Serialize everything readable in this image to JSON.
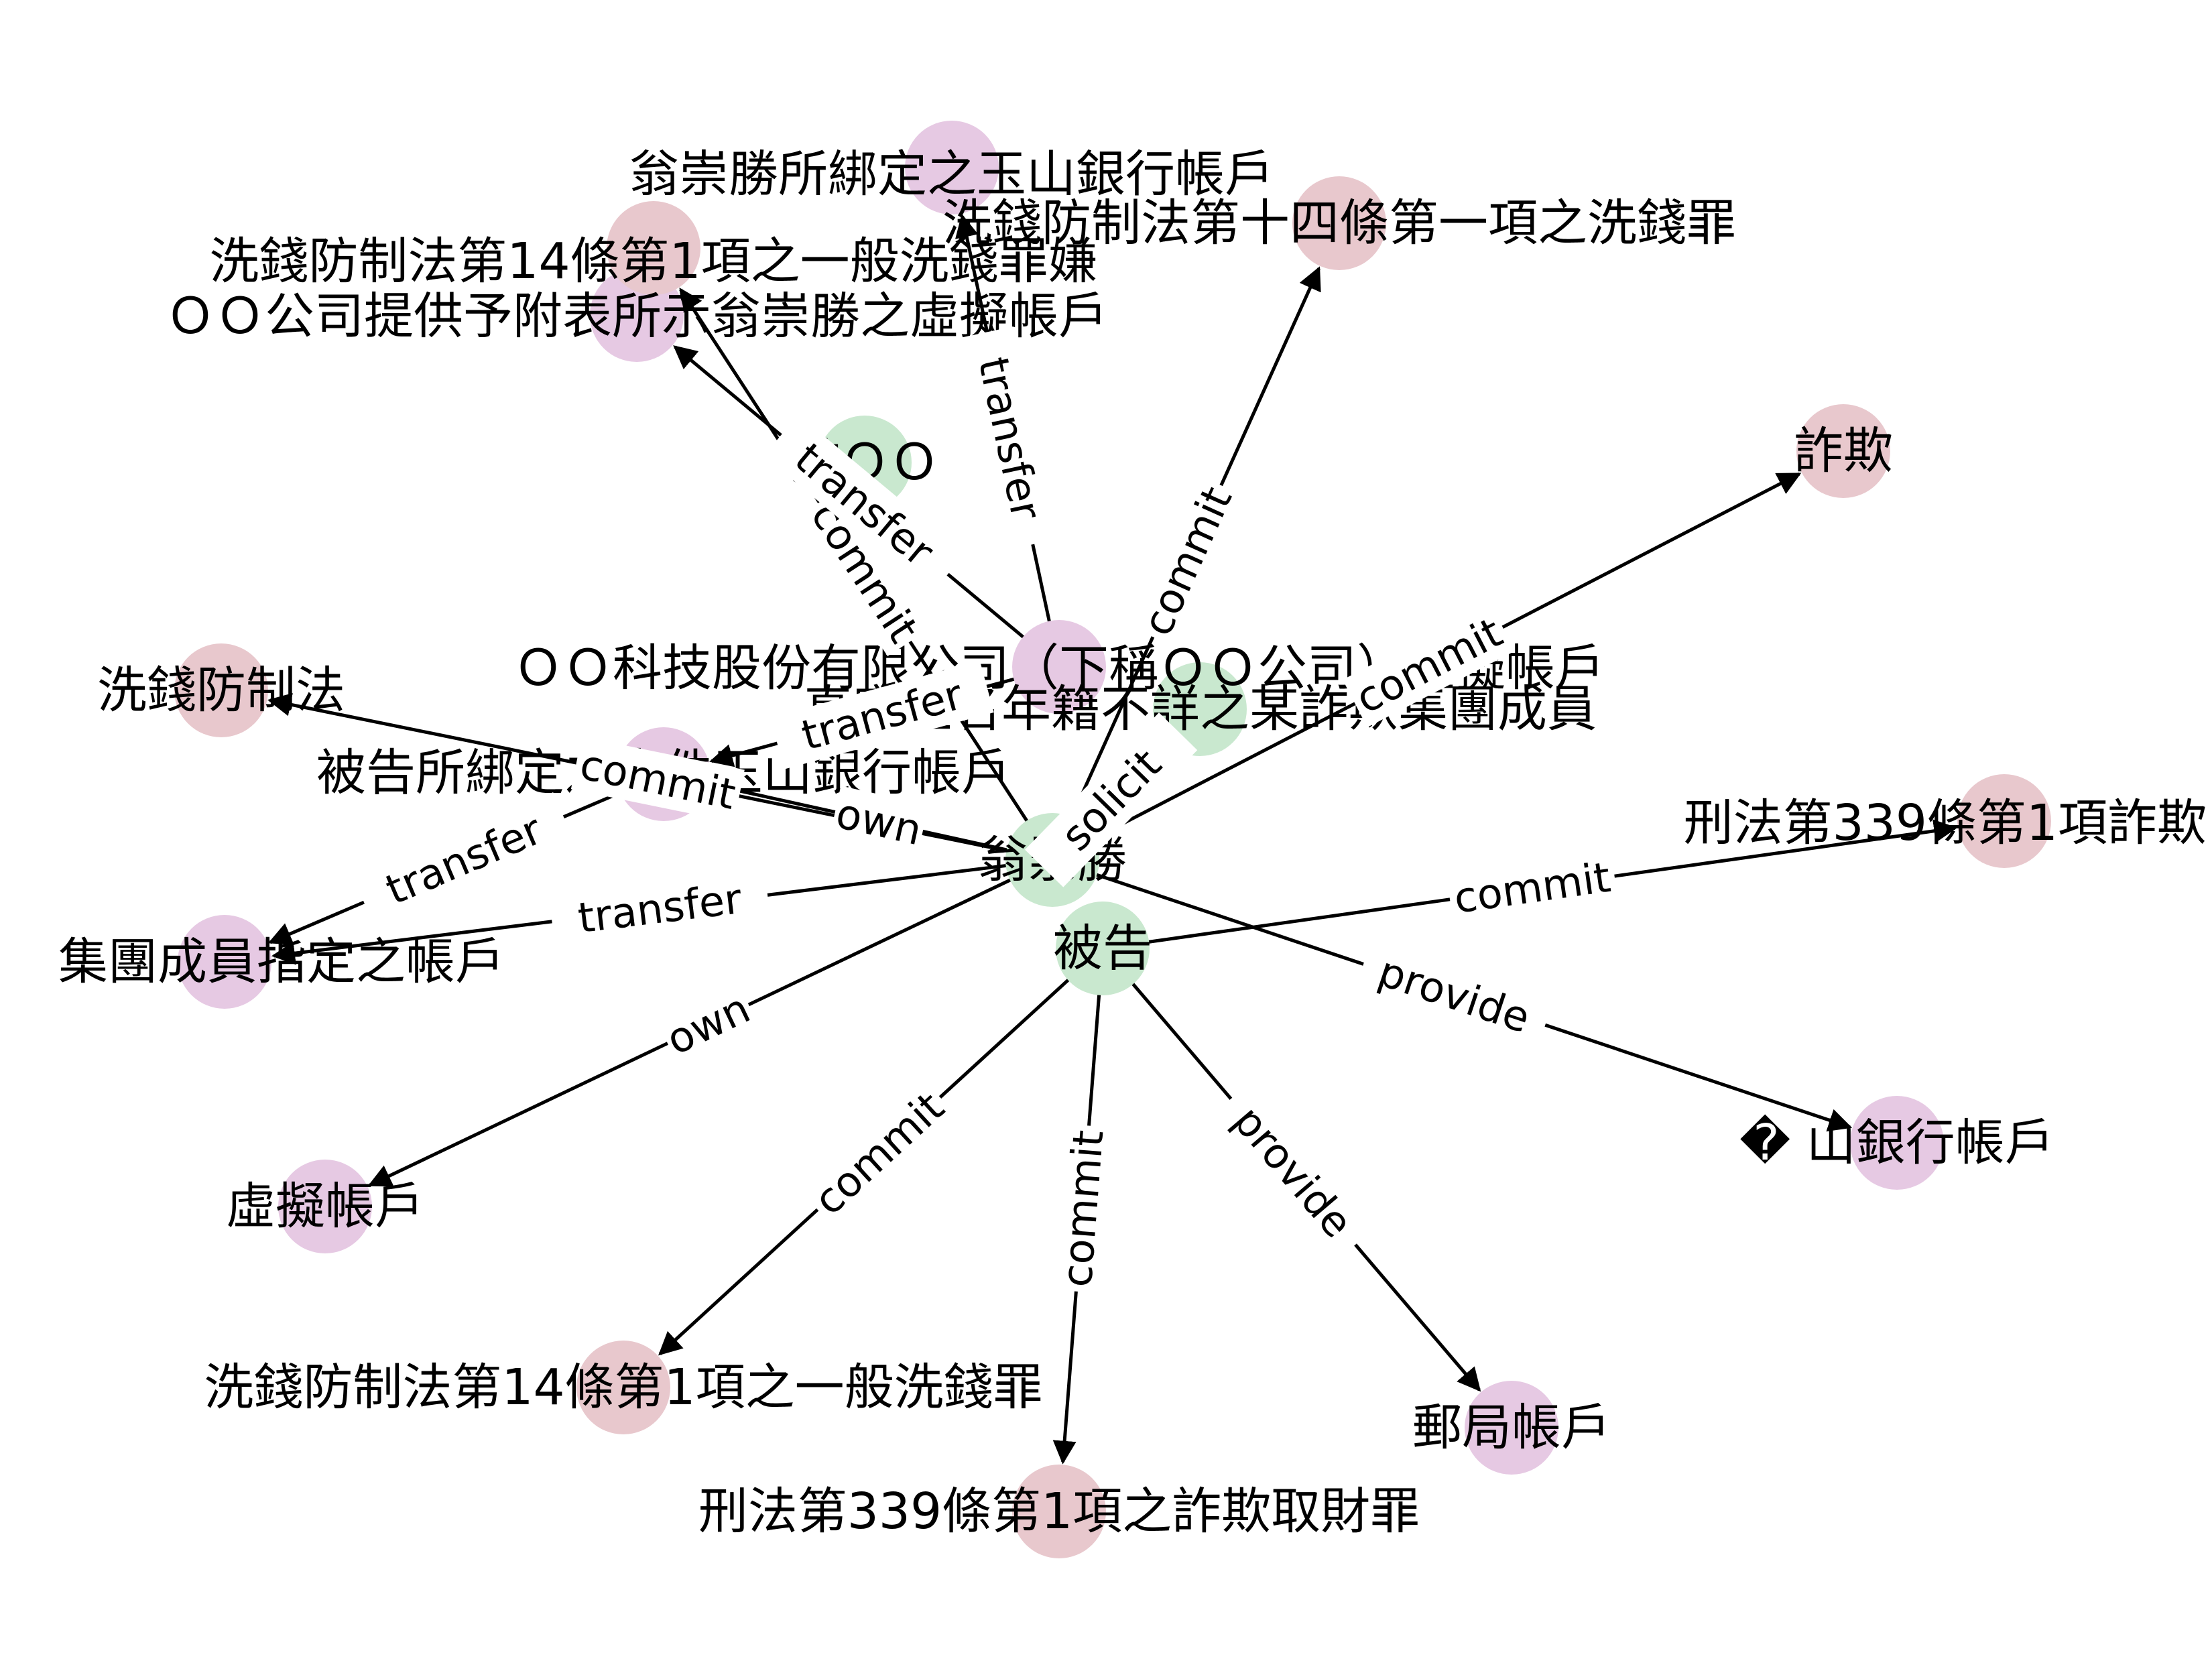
{
  "colors": {
    "person": "#c9e8cf",
    "account": "#e6c9e3",
    "law": "#e8c8cd",
    "edge": "#000000",
    "background": "#ffffff"
  },
  "nodes": [
    {
      "id": "weng",
      "label": "翁崇勝",
      "type": "person"
    },
    {
      "id": "defendant",
      "label": "被告",
      "type": "person"
    },
    {
      "id": "you",
      "label": "游ＯＯ",
      "type": "person"
    },
    {
      "id": "fraudster",
      "label": "真實姓名年籍不詳之某詐欺集團成員",
      "type": "person"
    },
    {
      "id": "weng_yushan",
      "label": "翁崇勝所綁定之玉山銀行帳戶",
      "type": "account"
    },
    {
      "id": "oo_virtual",
      "label": "ＯＯ公司提供予附表所示翁崇勝之虛擬帳戶",
      "type": "account"
    },
    {
      "id": "oo_tech",
      "label": "ＯＯ科技股份有限公司（下稱ＯＯ公司）虛擬帳戶",
      "type": "account"
    },
    {
      "id": "case_yushan",
      "label": "被告所綁定之本件玉山銀行帳戶",
      "type": "account"
    },
    {
      "id": "group_account",
      "label": "集團成員指定之帳戶",
      "type": "account"
    },
    {
      "id": "virtual",
      "label": "虛擬帳戶",
      "type": "account"
    },
    {
      "id": "yushan",
      "label": "� 山銀行帳戶",
      "type": "account"
    },
    {
      "id": "post",
      "label": "郵局帳戶",
      "type": "account"
    },
    {
      "id": "aml_suspect",
      "label": "洗錢防制法第14條第1項之一般洗錢罪嫌",
      "type": "law"
    },
    {
      "id": "aml_art14_cn",
      "label": "洗錢防制法第十四條第一項之洗錢罪",
      "type": "law"
    },
    {
      "id": "fraud",
      "label": "詐欺",
      "type": "law"
    },
    {
      "id": "aml",
      "label": "洗錢防制法",
      "type": "law"
    },
    {
      "id": "criminal339_right",
      "label": "刑法第339條第1項詐欺",
      "type": "law"
    },
    {
      "id": "aml14",
      "label": "洗錢防制法第14條第1項之一般洗錢罪",
      "type": "law"
    },
    {
      "id": "criminal339",
      "label": "刑法第339條第1項之詐欺取財罪",
      "type": "law"
    }
  ],
  "edges": [
    {
      "from": "weng",
      "to": "aml_art14_cn",
      "label": "commit"
    },
    {
      "from": "weng",
      "to": "fraud",
      "label": "commit"
    },
    {
      "from": "weng",
      "to": "aml",
      "label": "commit"
    },
    {
      "from": "weng",
      "to": "aml_suspect",
      "label": "commit"
    },
    {
      "from": "weng",
      "to": "case_yushan",
      "label": "own"
    },
    {
      "from": "weng",
      "to": "group_account",
      "label": "transfer"
    },
    {
      "from": "weng",
      "to": "yushan",
      "label": "provide"
    },
    {
      "from": "weng",
      "to": "virtual",
      "label": "own"
    },
    {
      "from": "weng",
      "to": "fraudster",
      "label": "solicit"
    },
    {
      "from": "oo_tech",
      "to": "weng_yushan",
      "label": "transfer"
    },
    {
      "from": "oo_tech",
      "to": "oo_virtual",
      "label": "transfer"
    },
    {
      "from": "oo_tech",
      "to": "case_yushan",
      "label": "transfer"
    },
    {
      "from": "case_yushan",
      "to": "group_account",
      "label": "transfer"
    },
    {
      "from": "defendant",
      "to": "criminal339_right",
      "label": "commit"
    },
    {
      "from": "defendant",
      "to": "aml14",
      "label": "commit"
    },
    {
      "from": "defendant",
      "to": "criminal339",
      "label": "commit"
    },
    {
      "from": "defendant",
      "to": "post",
      "label": "provide"
    }
  ]
}
